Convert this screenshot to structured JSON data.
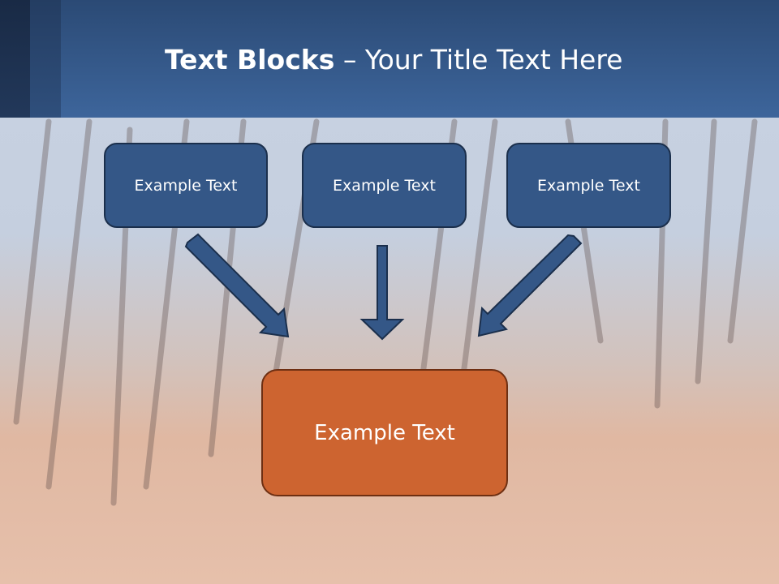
{
  "title": {
    "bold": "Text Blocks",
    "rest": " – Your Title Text Here"
  },
  "blocks": [
    "Example Text",
    "Example Text",
    "Example Text"
  ],
  "main_block": "Example Text",
  "colors": {
    "header": "#3d659b",
    "block": "#345787",
    "main": "#cd6430"
  }
}
